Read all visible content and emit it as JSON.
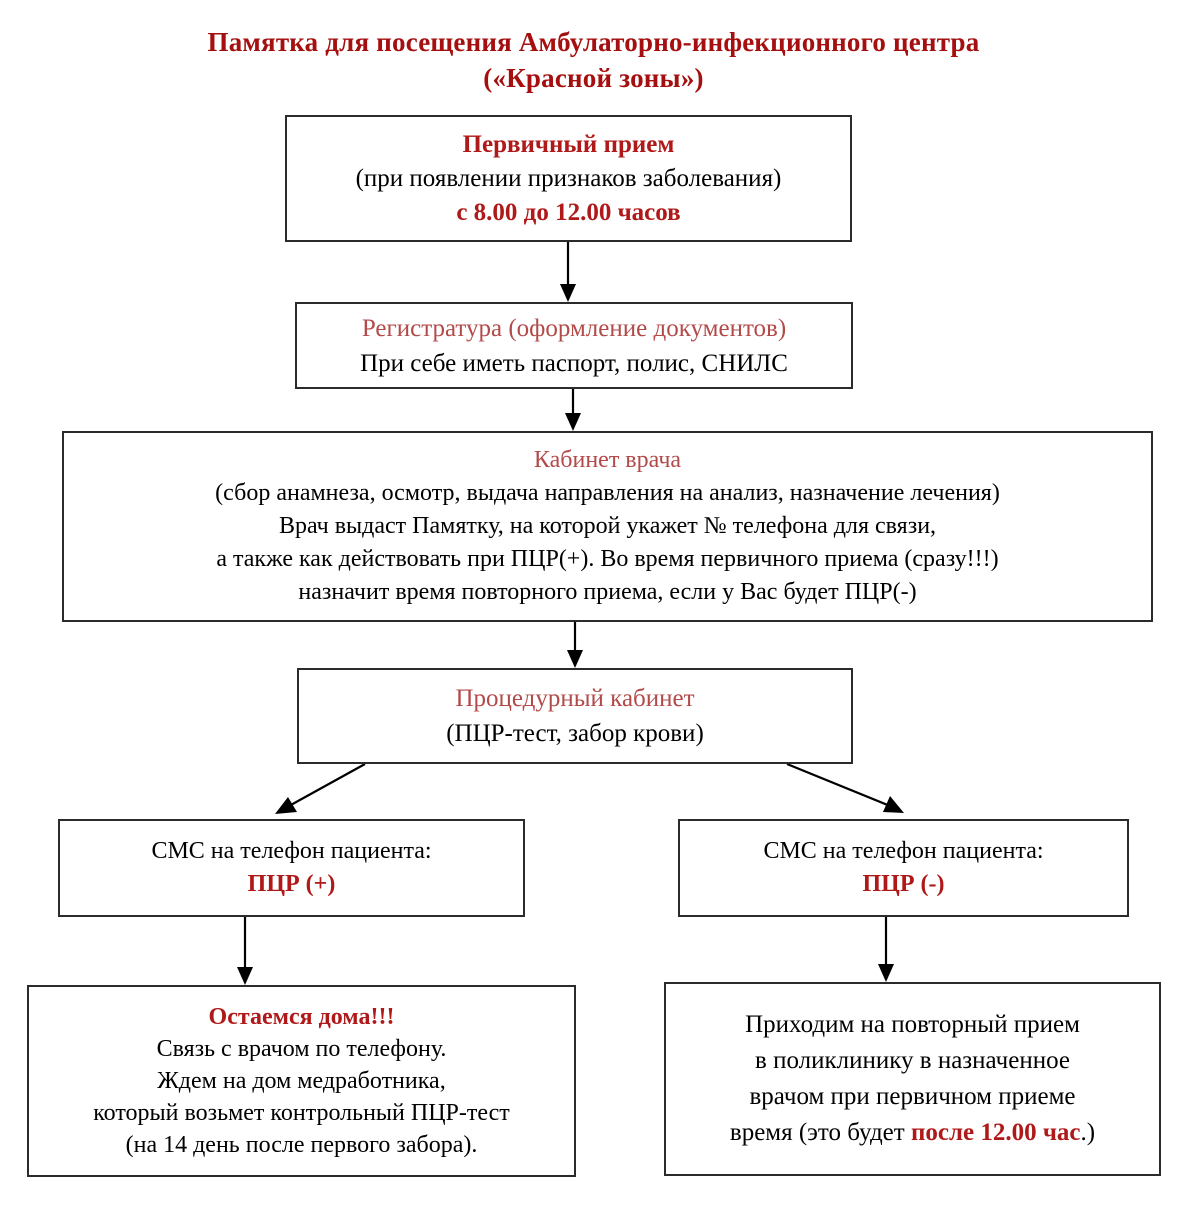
{
  "title": {
    "line1": "Памятка для посещения Амбулаторно-инфекционного центра",
    "line2": "(«Красной зоны»)",
    "color": "#a50f0f"
  },
  "colors": {
    "accent_red": "#b01919",
    "title_red": "#a50f0f",
    "soft_red": "#b34a4a",
    "border": "#2b2b2b",
    "background": "#ffffff",
    "text": "#000000"
  },
  "flowchart": {
    "type": "flowchart",
    "orientation": "top-to-bottom",
    "nodes": [
      {
        "id": "primary",
        "name": "Первичный прием",
        "lines": [
          {
            "text": "Первичный прием",
            "style": "red-bold"
          },
          {
            "text": "(при появлении признаков заболевания)",
            "style": "black"
          },
          {
            "text": "с 8.00 до 12.00 часов",
            "style": "red-bold"
          }
        ]
      },
      {
        "id": "registry",
        "name": "Регистратура",
        "lines": [
          {
            "text": "Регистратура (оформление документов)",
            "style": "red-soft"
          },
          {
            "text": "При себе иметь паспорт, полис, СНИЛС",
            "style": "black"
          }
        ]
      },
      {
        "id": "doctor",
        "name": "Кабинет врача",
        "lines": [
          {
            "text": "Кабинет врача",
            "style": "red-soft"
          },
          {
            "text": "(сбор анамнеза, осмотр, выдача направления на анализ, назначение лечения)",
            "style": "black"
          },
          {
            "text": "Врач выдаст Памятку, на которой укажет № телефона для связи,",
            "style": "black"
          },
          {
            "text": "а также как действовать при ПЦР(+). Во время первичного приема (сразу!!!)",
            "style": "black"
          },
          {
            "text": "назначит время повторного приема, если  у Вас будет  ПЦР(-)",
            "style": "black"
          }
        ]
      },
      {
        "id": "procedure",
        "name": "Процедурный кабинет",
        "lines": [
          {
            "text": "Процедурный кабинет",
            "style": "red-soft"
          },
          {
            "text": "(ПЦР-тест, забор крови)",
            "style": "black"
          }
        ]
      },
      {
        "id": "sms-pos",
        "name": "СМС ПЦР (+)",
        "lines": [
          {
            "text": "СМС на телефон пациента:",
            "style": "black"
          },
          {
            "text": "ПЦР (+)",
            "style": "red-bold"
          }
        ]
      },
      {
        "id": "sms-neg",
        "name": "СМС ПЦР (-)",
        "lines": [
          {
            "text": "СМС на телефон пациента:",
            "style": "black"
          },
          {
            "text": "ПЦР (-)",
            "style": "red-bold"
          }
        ]
      },
      {
        "id": "stay-home",
        "name": "Остаемся дома",
        "lines": [
          {
            "text": "Остаемся дома!!!",
            "style": "red-bold"
          },
          {
            "text": "Связь с врачом по телефону.",
            "style": "black"
          },
          {
            "text": "Ждем на дом медработника,",
            "style": "black"
          },
          {
            "text": "который возьмет контрольный ПЦР-тест",
            "style": "black"
          },
          {
            "text": "(на 14 день после первого забора).",
            "style": "black"
          }
        ]
      },
      {
        "id": "revisit",
        "name": "Повторный прием",
        "lines": [
          {
            "text": "Приходим на повторный прием",
            "style": "black"
          },
          {
            "text": "в поликлинику в назначенное",
            "style": "black"
          },
          {
            "text": "врачом при первичном приеме",
            "style": "black"
          },
          {
            "text": "время (это будет ",
            "style": "black",
            "suffix_red_bold": "после 12.00 час",
            "suffix_tail": ".)"
          }
        ]
      }
    ],
    "edges": [
      {
        "from": "primary",
        "to": "registry",
        "kind": "vertical-arrow"
      },
      {
        "from": "registry",
        "to": "doctor",
        "kind": "vertical-arrow"
      },
      {
        "from": "doctor",
        "to": "procedure",
        "kind": "vertical-arrow"
      },
      {
        "from": "procedure",
        "to": "sms-pos",
        "kind": "diagonal-arrow-left"
      },
      {
        "from": "procedure",
        "to": "sms-neg",
        "kind": "diagonal-arrow-right"
      },
      {
        "from": "sms-pos",
        "to": "stay-home",
        "kind": "vertical-arrow"
      },
      {
        "from": "sms-neg",
        "to": "revisit",
        "kind": "vertical-arrow"
      }
    ]
  }
}
